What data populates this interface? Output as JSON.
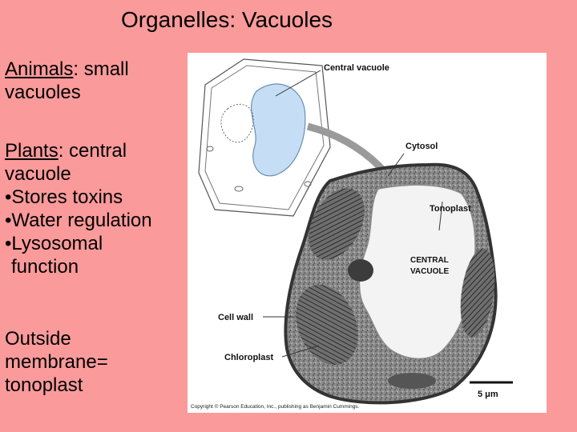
{
  "slide": {
    "title": "Organelles: Vacuoles",
    "animals": {
      "heading": "Animals",
      "rest": ": small",
      "line2": "vacuoles"
    },
    "plants": {
      "heading": "Plants",
      "rest": ": central",
      "line2": "vacuole",
      "bullets": [
        "•Stores toxins",
        "•Water regulation",
        "•Lysosomal"
      ],
      "continuation": "function"
    },
    "outside": {
      "line1": "Outside",
      "line2": "membrane=",
      "line3": "tonoplast"
    }
  },
  "figure": {
    "labels": {
      "central_vacuole": "Central vacuole",
      "cytosol": "Cytosol",
      "tonoplast": "Tonoplast",
      "central_vacuole_em_1": "CENTRAL",
      "central_vacuole_em_2": "VACUOLE",
      "cell_wall": "Cell wall",
      "chloroplast": "Chloroplast",
      "scale": "5 μm"
    },
    "copyright": "Copyright © Pearson Education, Inc., publishing as Benjamin Cummings."
  }
}
